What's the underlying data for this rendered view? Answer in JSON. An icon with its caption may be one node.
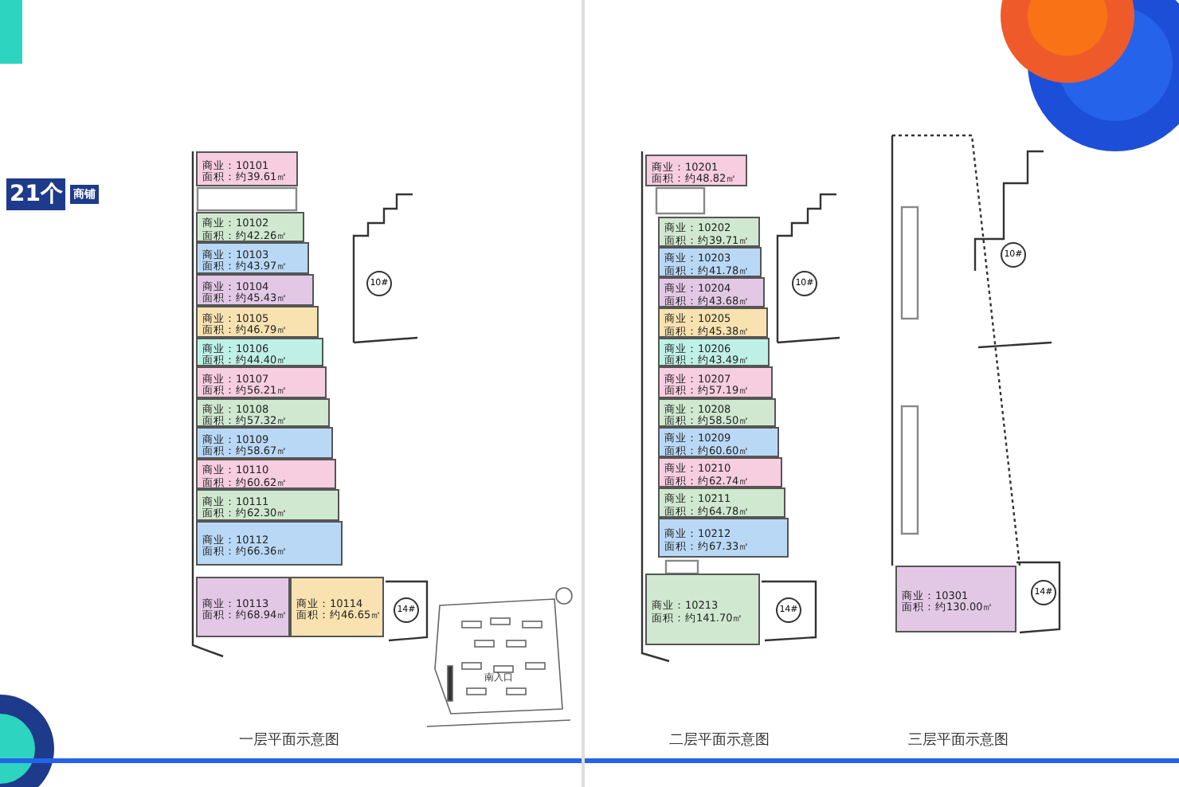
{
  "diagram": {
    "nodes": [
      {
        "text": [
          "商业：10101",
          "面积：约39.61㎡"
        ]
      },
      {
        "text": [
          "商业：10102",
          "面积：约42.26㎡"
        ]
      },
      {
        "text": [
          "商业：10103",
          "面积：约43.97㎡"
        ]
      },
      {
        "text": [
          "商业：10104",
          "面积：约45.43㎡"
        ]
      },
      {
        "text": [
          "商业：10105",
          "面积：约46.79㎡"
        ]
      },
      {
        "text": [
          "商业：10106",
          "面积：约44.40㎡"
        ]
      },
      {
        "text": [
          "商业：10107",
          "面积：约56.21㎡"
        ]
      },
      {
        "text": [
          "商业：10108",
          "面积：约57.32㎡"
        ]
      },
      {
        "text": [
          "商业：10109",
          "面积：约58.67㎡"
        ]
      },
      {
        "text": [
          "商业：10110",
          "面积：约60.62㎡"
        ]
      },
      {
        "text": [
          "商业：10111",
          "面积：约62.30㎡"
        ]
      },
      {
        "text": [
          "商业：10112",
          "面积：约66.36㎡"
        ]
      },
      {
        "text": [
          "商业：10113",
          "面积：约68.94㎡"
        ]
      },
      {
        "text": [
          "商业：10114",
          "面积：约46.65㎡"
        ]
      },
      {
        "text": [
          "10#"
        ]
      },
      {
        "text": [
          "14#"
        ]
      },
      {
        "text": [
          "商业：10201",
          "面积：约48.82㎡"
        ]
      },
      {
        "text": [
          "商业：10202",
          "面积：约39.71㎡"
        ]
      },
      {
        "text": [
          "商业：10203",
          "面积：约41.78㎡"
        ]
      },
      {
        "text": [
          "商业：10204",
          "面积：约43.68㎡"
        ]
      },
      {
        "text": [
          "商业：10205",
          "面积：约45.38㎡"
        ]
      },
      {
        "text": [
          "商业：10206",
          "面积：约43.49㎡"
        ]
      },
      {
        "text": [
          "商业：10207",
          "面积：约57.19㎡"
        ]
      },
      {
        "text": [
          "商业：10208",
          "面积：约58.50㎡"
        ]
      },
      {
        "text": [
          "商业：10209",
          "面积：约60.60㎡"
        ]
      },
      {
        "text": [
          "商业：10210",
          "面积：约62.74㎡"
        ]
      },
      {
        "text": [
          "商业：10211",
          "面积：约64.78㎡"
        ]
      },
      {
        "text": [
          "商业：10212",
          "面积：约67.33㎡"
        ]
      },
      {
        "text": [
          "商业：10213",
          "面积：约141.70㎡"
        ]
      },
      {
        "text": [
          "10#"
        ]
      },
      {
        "text": [
          "14#"
        ]
      },
      {
        "text": [
          "商业：10301",
          "面积：约130.00㎡"
        ]
      },
      {
        "text": [
          "10#"
        ]
      },
      {
        "text": [
          "14#"
        ]
      }
    ],
    "labels": [
      "21个",
      "商铺",
      "南入口",
      "一层平面示意图",
      "二层平面示意图",
      "三层平面示意图"
    ]
  }
}
